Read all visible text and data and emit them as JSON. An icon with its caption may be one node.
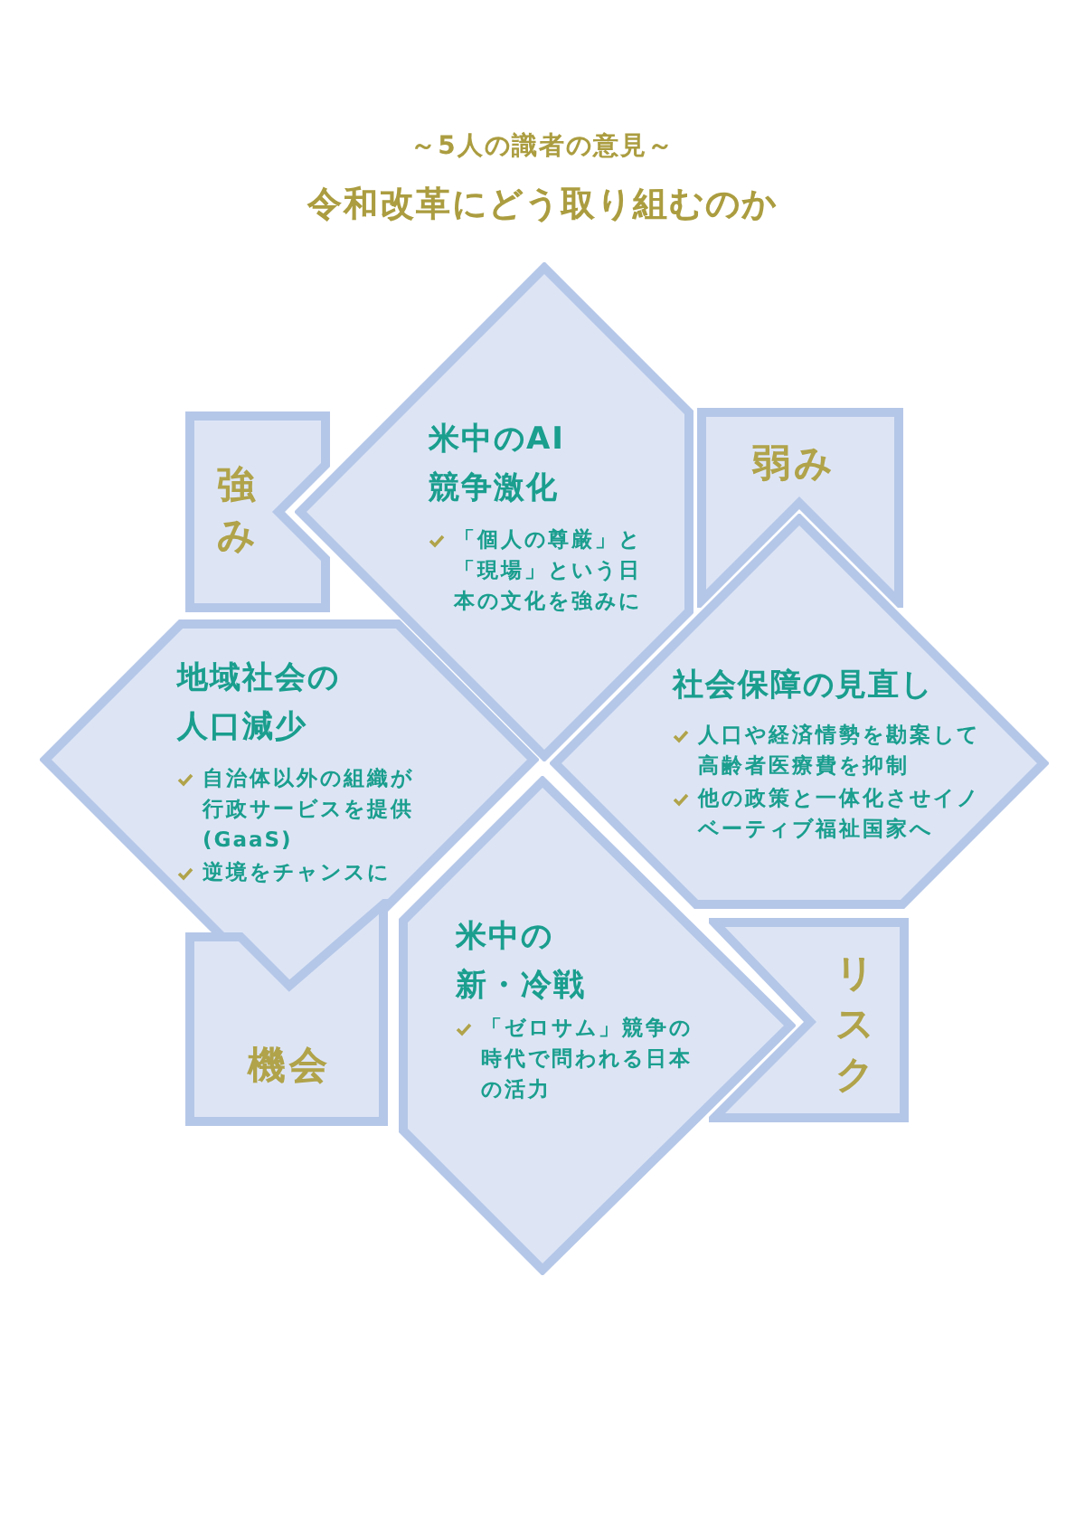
{
  "diagram": {
    "title": "令和改革にどう取り組むのか",
    "nodes": [
      {
        "text": [
          "強み"
        ]
      },
      {
        "text": [
          "米中のAI 競争激化",
          "「個人の尊厳」と「現場」という日本の文化を強みに"
        ]
      },
      {
        "text": [
          "弱み"
        ]
      },
      {
        "text": [
          "地域社会の人口減少",
          "自治体以外の組織が行政サービスを提供(GaaS)",
          "逆境をチャンスに"
        ]
      },
      {
        "text": [
          "社会保障の見直し",
          "人口や経済情勢を勘案して高齢者医療費を抑制",
          "他の政策と一体化させイノベーティブ福祉国家へ"
        ]
      },
      {
        "text": [
          "機会"
        ]
      },
      {
        "text": [
          "米中の新・冷戦",
          "「ゼロサム」競争の時代で問われる日本の活力"
        ]
      },
      {
        "text": [
          "リスク"
        ]
      }
    ],
    "labels": [
      "～5人の識者の意見～"
    ]
  }
}
